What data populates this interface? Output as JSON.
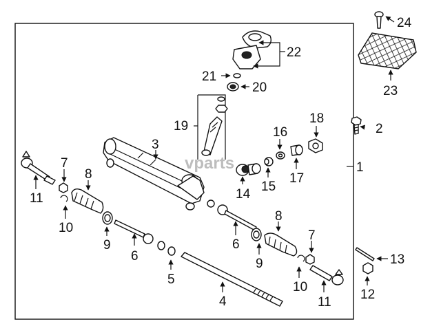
{
  "callouts": [
    {
      "id": "1",
      "text": "1"
    },
    {
      "id": "2",
      "text": "2"
    },
    {
      "id": "3",
      "text": "3"
    },
    {
      "id": "4",
      "text": "4"
    },
    {
      "id": "5",
      "text": "5"
    },
    {
      "id": "6a",
      "text": "6"
    },
    {
      "id": "6b",
      "text": "6"
    },
    {
      "id": "7a",
      "text": "7"
    },
    {
      "id": "7b",
      "text": "7"
    },
    {
      "id": "8a",
      "text": "8"
    },
    {
      "id": "8b",
      "text": "8"
    },
    {
      "id": "9a",
      "text": "9"
    },
    {
      "id": "9b",
      "text": "9"
    },
    {
      "id": "10a",
      "text": "10"
    },
    {
      "id": "10b",
      "text": "10"
    },
    {
      "id": "11a",
      "text": "11"
    },
    {
      "id": "11b",
      "text": "11"
    },
    {
      "id": "12",
      "text": "12"
    },
    {
      "id": "13",
      "text": "13"
    },
    {
      "id": "14",
      "text": "14"
    },
    {
      "id": "15",
      "text": "15"
    },
    {
      "id": "16",
      "text": "16"
    },
    {
      "id": "17",
      "text": "17"
    },
    {
      "id": "18",
      "text": "18"
    },
    {
      "id": "19",
      "text": "19"
    },
    {
      "id": "20",
      "text": "20"
    },
    {
      "id": "21",
      "text": "21"
    },
    {
      "id": "22",
      "text": "22"
    },
    {
      "id": "23",
      "text": "23"
    },
    {
      "id": "24",
      "text": "24"
    }
  ],
  "watermark": {
    "text": "vparts"
  }
}
